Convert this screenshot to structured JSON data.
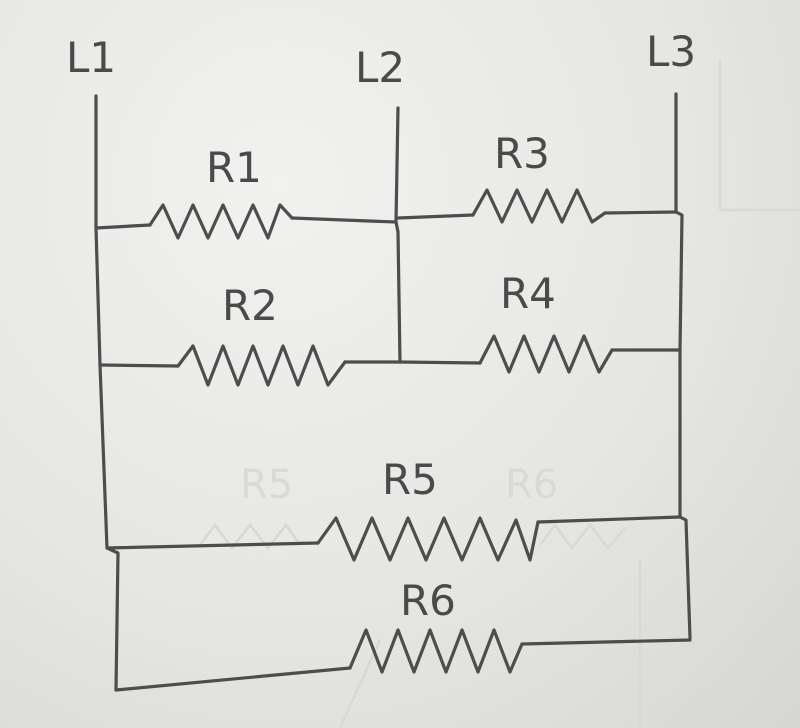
{
  "lines": [
    {
      "id": "L1",
      "label": "L1"
    },
    {
      "id": "L2",
      "label": "L2"
    },
    {
      "id": "L3",
      "label": "L3"
    }
  ],
  "resistors": [
    {
      "id": "R1",
      "label": "R1",
      "between": [
        "L1",
        "L2"
      ]
    },
    {
      "id": "R2",
      "label": "R2",
      "between": [
        "L1",
        "L2"
      ]
    },
    {
      "id": "R3",
      "label": "R3",
      "between": [
        "L2",
        "L3"
      ]
    },
    {
      "id": "R4",
      "label": "R4",
      "between": [
        "L2",
        "L3"
      ]
    },
    {
      "id": "R5",
      "label": "R5",
      "between": [
        "L1",
        "L3"
      ]
    },
    {
      "id": "R6",
      "label": "R6",
      "between": [
        "L1",
        "L3"
      ]
    }
  ],
  "faded_labels": [
    "R5",
    "R6"
  ],
  "colors": {
    "ink": "#4d4d4d",
    "paper": "#e6e6e3",
    "faded_ink": "#d9d9d7"
  }
}
